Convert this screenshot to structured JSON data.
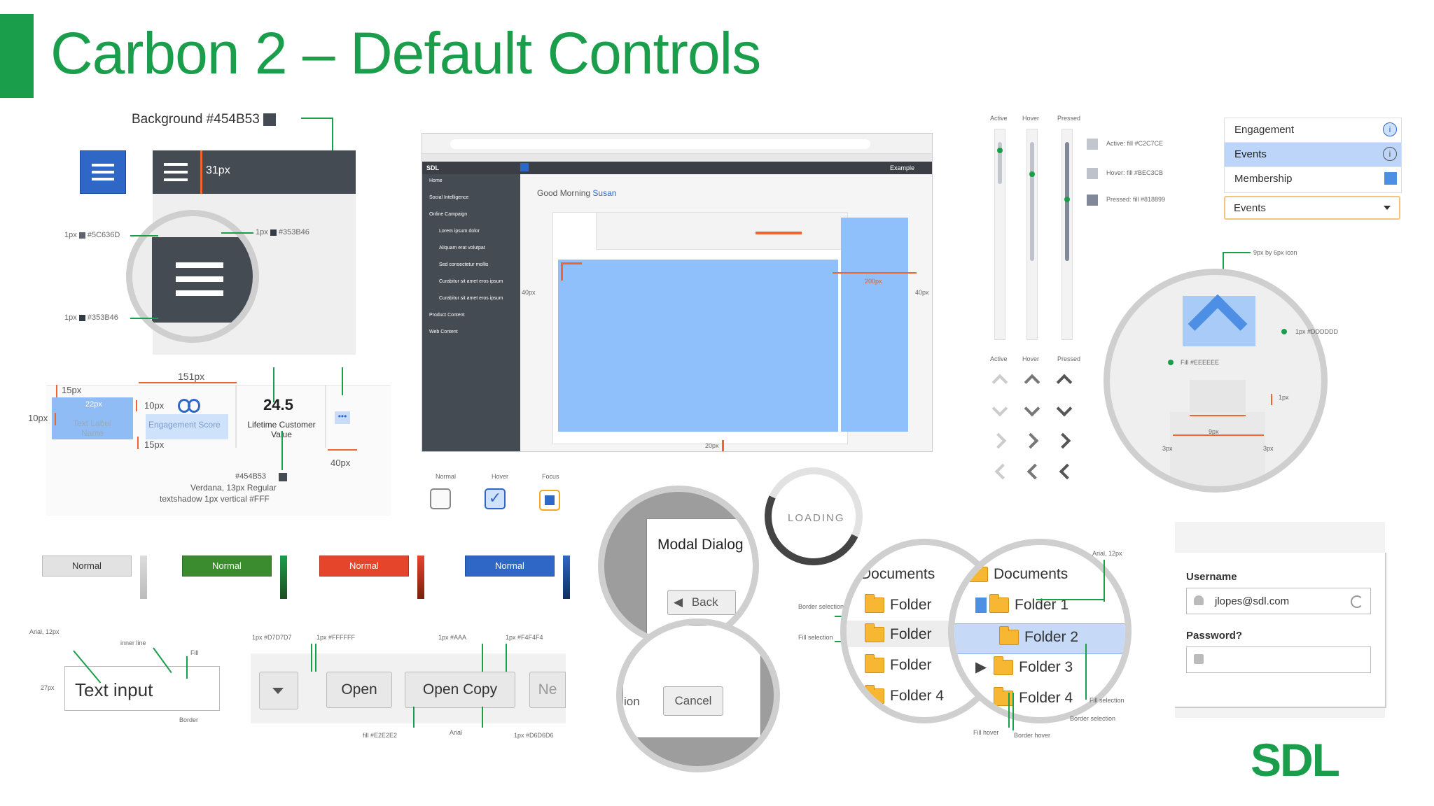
{
  "header": {
    "title": "Carbon 2 – Default Controls"
  },
  "colors": {
    "brand_green": "#1B9E4B",
    "accent_orange": "#F0642D",
    "dark_bg": "#454B53",
    "blue": "#2F67C6"
  },
  "hamburger": {
    "bg_label": "Background #454B53",
    "height_label": "31px",
    "line1": "1px",
    "color1": "#5C636D",
    "line2": "1px",
    "color2": "#353B46",
    "line3": "1px",
    "color3": "#353B46"
  },
  "tile": {
    "w151": "151px",
    "p15a": "15px",
    "p10a": "10px",
    "p10b": "10px",
    "p15b": "15px",
    "p40": "40px",
    "chip_px": "22px",
    "text_label": "Text Label",
    "name": "Name",
    "engagement_score": "Engagement Score",
    "value": "24.5",
    "lifetime": "Lifetime Customer Value",
    "color": "#454B53",
    "font": "Verdana, 13px Regular",
    "shadow": "textshadow 1px vertical #FFF"
  },
  "app": {
    "greeting": "Good Morning",
    "user": "Susan",
    "brand": "SDL",
    "search_pill": "Example",
    "nav": [
      "Home",
      "Social Intelligence",
      "Online Campaign",
      "Lorem ipsum dolor",
      "Aliquam erat volutpat",
      "Sed consectetur mollis",
      "Curabitur sit amet eros ipsum",
      "Curabitur sit amet eros ipsum",
      "Product Content",
      "Web Content"
    ],
    "m40a": "40px",
    "m40b": "40px",
    "m200": "200px",
    "m20": "20px"
  },
  "scroll": {
    "active": "Active",
    "hover": "Hover",
    "pressed": "Pressed",
    "active_fill": "Active: fill #C2C7CE",
    "hover_fill": "Hover: fill #BEC3CB",
    "pressed_fill": "Pressed: fill #818899"
  },
  "arrows": {
    "active": "Active",
    "hover": "Hover",
    "pressed": "Pressed"
  },
  "menu": {
    "items": [
      "Engagement",
      "Events",
      "Membership"
    ],
    "dropdown": "Events",
    "icon_note": "9px by 6px icon",
    "dot_color": "1px #DDDDDD",
    "fill": "Fill #EEEEEE",
    "w9": "9px",
    "w3a": "3px",
    "w3b": "3px",
    "h1": "1px"
  },
  "checks": {
    "normal": "Normal",
    "hover": "Hover",
    "focus": "Focus"
  },
  "loading": {
    "label": "LOADING"
  },
  "dialog": {
    "title": "Modal Dialog",
    "back": "Back",
    "cancel": "Cancel",
    "partial": "ion"
  },
  "buttons": [
    {
      "label": "Normal",
      "bg": "#E2E2E2",
      "fg": "#333333"
    },
    {
      "label": "Normal",
      "bg": "#3A8C2F",
      "fg": "#FFFFFF"
    },
    {
      "label": "Normal",
      "bg": "#E5452A",
      "fg": "#FFFFFF"
    },
    {
      "label": "Normal",
      "bg": "#2F67C6",
      "fg": "#FFFFFF"
    }
  ],
  "textinput": {
    "value": "Text input",
    "font_note": "Arial, 12px",
    "inner_line": "inner line",
    "fill": "Fill",
    "border": "Border",
    "h27": "27px"
  },
  "toolbar": {
    "open": "Open",
    "open_copy": "Open Copy",
    "next": "Ne",
    "c1": "1px #D7D7D7",
    "c2": "1px #FFFFFF",
    "c3": "1px #AAA",
    "c4": "1px #F4F4F4",
    "fill": "fill #E2E2E2",
    "arial": "Arial",
    "c5": "1px #D6D6D6"
  },
  "tree": {
    "root": "Documents",
    "items": [
      "Folder",
      "Folder",
      "Folder",
      "Folder 4"
    ],
    "items2": [
      "Folder 1",
      "Folder 2",
      "Folder 3",
      "Folder 4"
    ],
    "border_sel": "Border selection",
    "fill_sel": "Fill selection",
    "fill_hover": "Fill hover",
    "border_hover": "Border hover",
    "fill_selection": "Fill selection",
    "border_selection2": "Border selection",
    "arial": "Arial, 12px"
  },
  "login": {
    "username_label": "Username",
    "username_value": "jlopes@sdl.com",
    "password_label": "Password?"
  },
  "logo": "SDL"
}
